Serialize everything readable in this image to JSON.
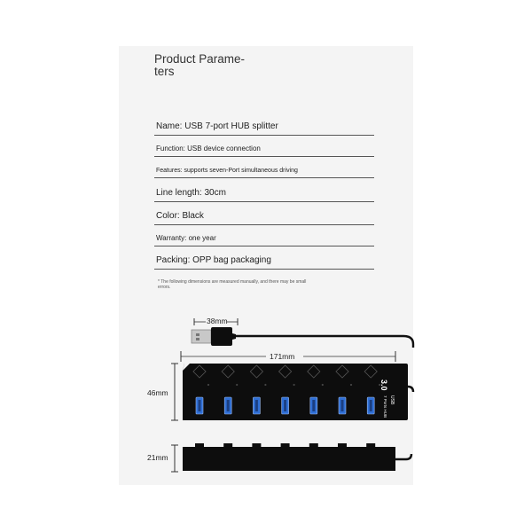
{
  "panel": {
    "title_line1": "Product Parame-",
    "title_line2": "ters"
  },
  "specs": [
    {
      "text": "Name: USB 7-port HUB splitter"
    },
    {
      "text": "Function: USB device connection"
    },
    {
      "text": "Features: supports seven-Port simultaneous driving"
    },
    {
      "text": "Line length: 30cm"
    },
    {
      "text": "Color: Black"
    },
    {
      "text": "Warranty: one year"
    },
    {
      "text": "Packing: OPP bag packaging"
    }
  ],
  "note": {
    "line1": "* The following dimensions are measured manually, and there may be small",
    "line2": "errors."
  },
  "dimensions": {
    "plug_length": "38mm",
    "hub_length": "171mm",
    "hub_width": "46mm",
    "hub_height": "21mm"
  },
  "hub_label": {
    "version": "3.0",
    "brand_line1": "USB",
    "brand_line2": "7 Ports HUB"
  },
  "colors": {
    "panel_bg": "#f4f4f4",
    "hub_body": "#0d0d0d",
    "usb_port_blue": "#2f6fd6"
  }
}
